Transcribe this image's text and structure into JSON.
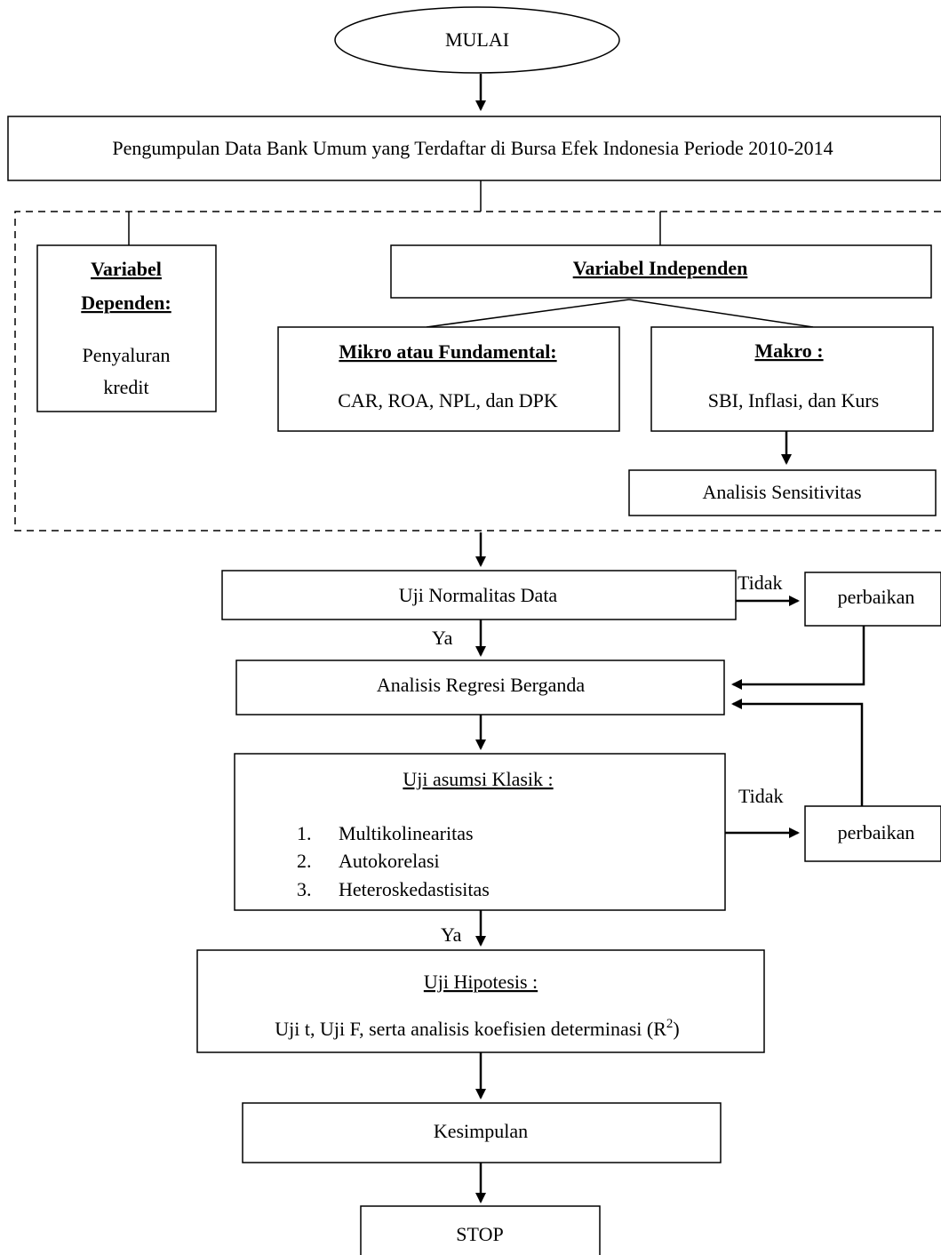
{
  "start": "MULAI",
  "collect": "Pengumpulan Data Bank Umum yang Terdaftar di Bursa Efek Indonesia Periode 2010-2014",
  "dependent": {
    "title_line1": "Variabel",
    "title_line2": "Dependen:",
    "body_line1": "Penyaluran",
    "body_line2": "kredit"
  },
  "independent": {
    "title": "Variabel Independen"
  },
  "micro": {
    "title": "Mikro atau Fundamental:",
    "body": "CAR, ROA, NPL, dan DPK"
  },
  "macro": {
    "title": "Makro :",
    "body": "SBI, Inflasi, dan Kurs"
  },
  "sensitivity": "Analisis Sensitivitas",
  "normality": "Uji Normalitas Data",
  "no_label_1": "Tidak",
  "fix_1": "perbaikan",
  "yes_label_1": "Ya",
  "regression": "Analisis Regresi Berganda",
  "classic": {
    "title": "Uji asumsi Klasik :",
    "items": [
      {
        "num": "1.",
        "text": "Multikolinearitas"
      },
      {
        "num": "2.",
        "text": "Autokorelasi"
      },
      {
        "num": "3.",
        "text": "Heteroskedastisitas"
      }
    ]
  },
  "no_label_2": "Tidak",
  "fix_2": "perbaikan",
  "yes_label_2": "Ya",
  "hypothesis": {
    "title": "Uji Hipotesis :",
    "body": "Uji t, Uji F, serta analisis koefisien determinasi (R",
    "sup": "2",
    "body_end": ")"
  },
  "conclusion": "Kesimpulan",
  "stop": "STOP"
}
